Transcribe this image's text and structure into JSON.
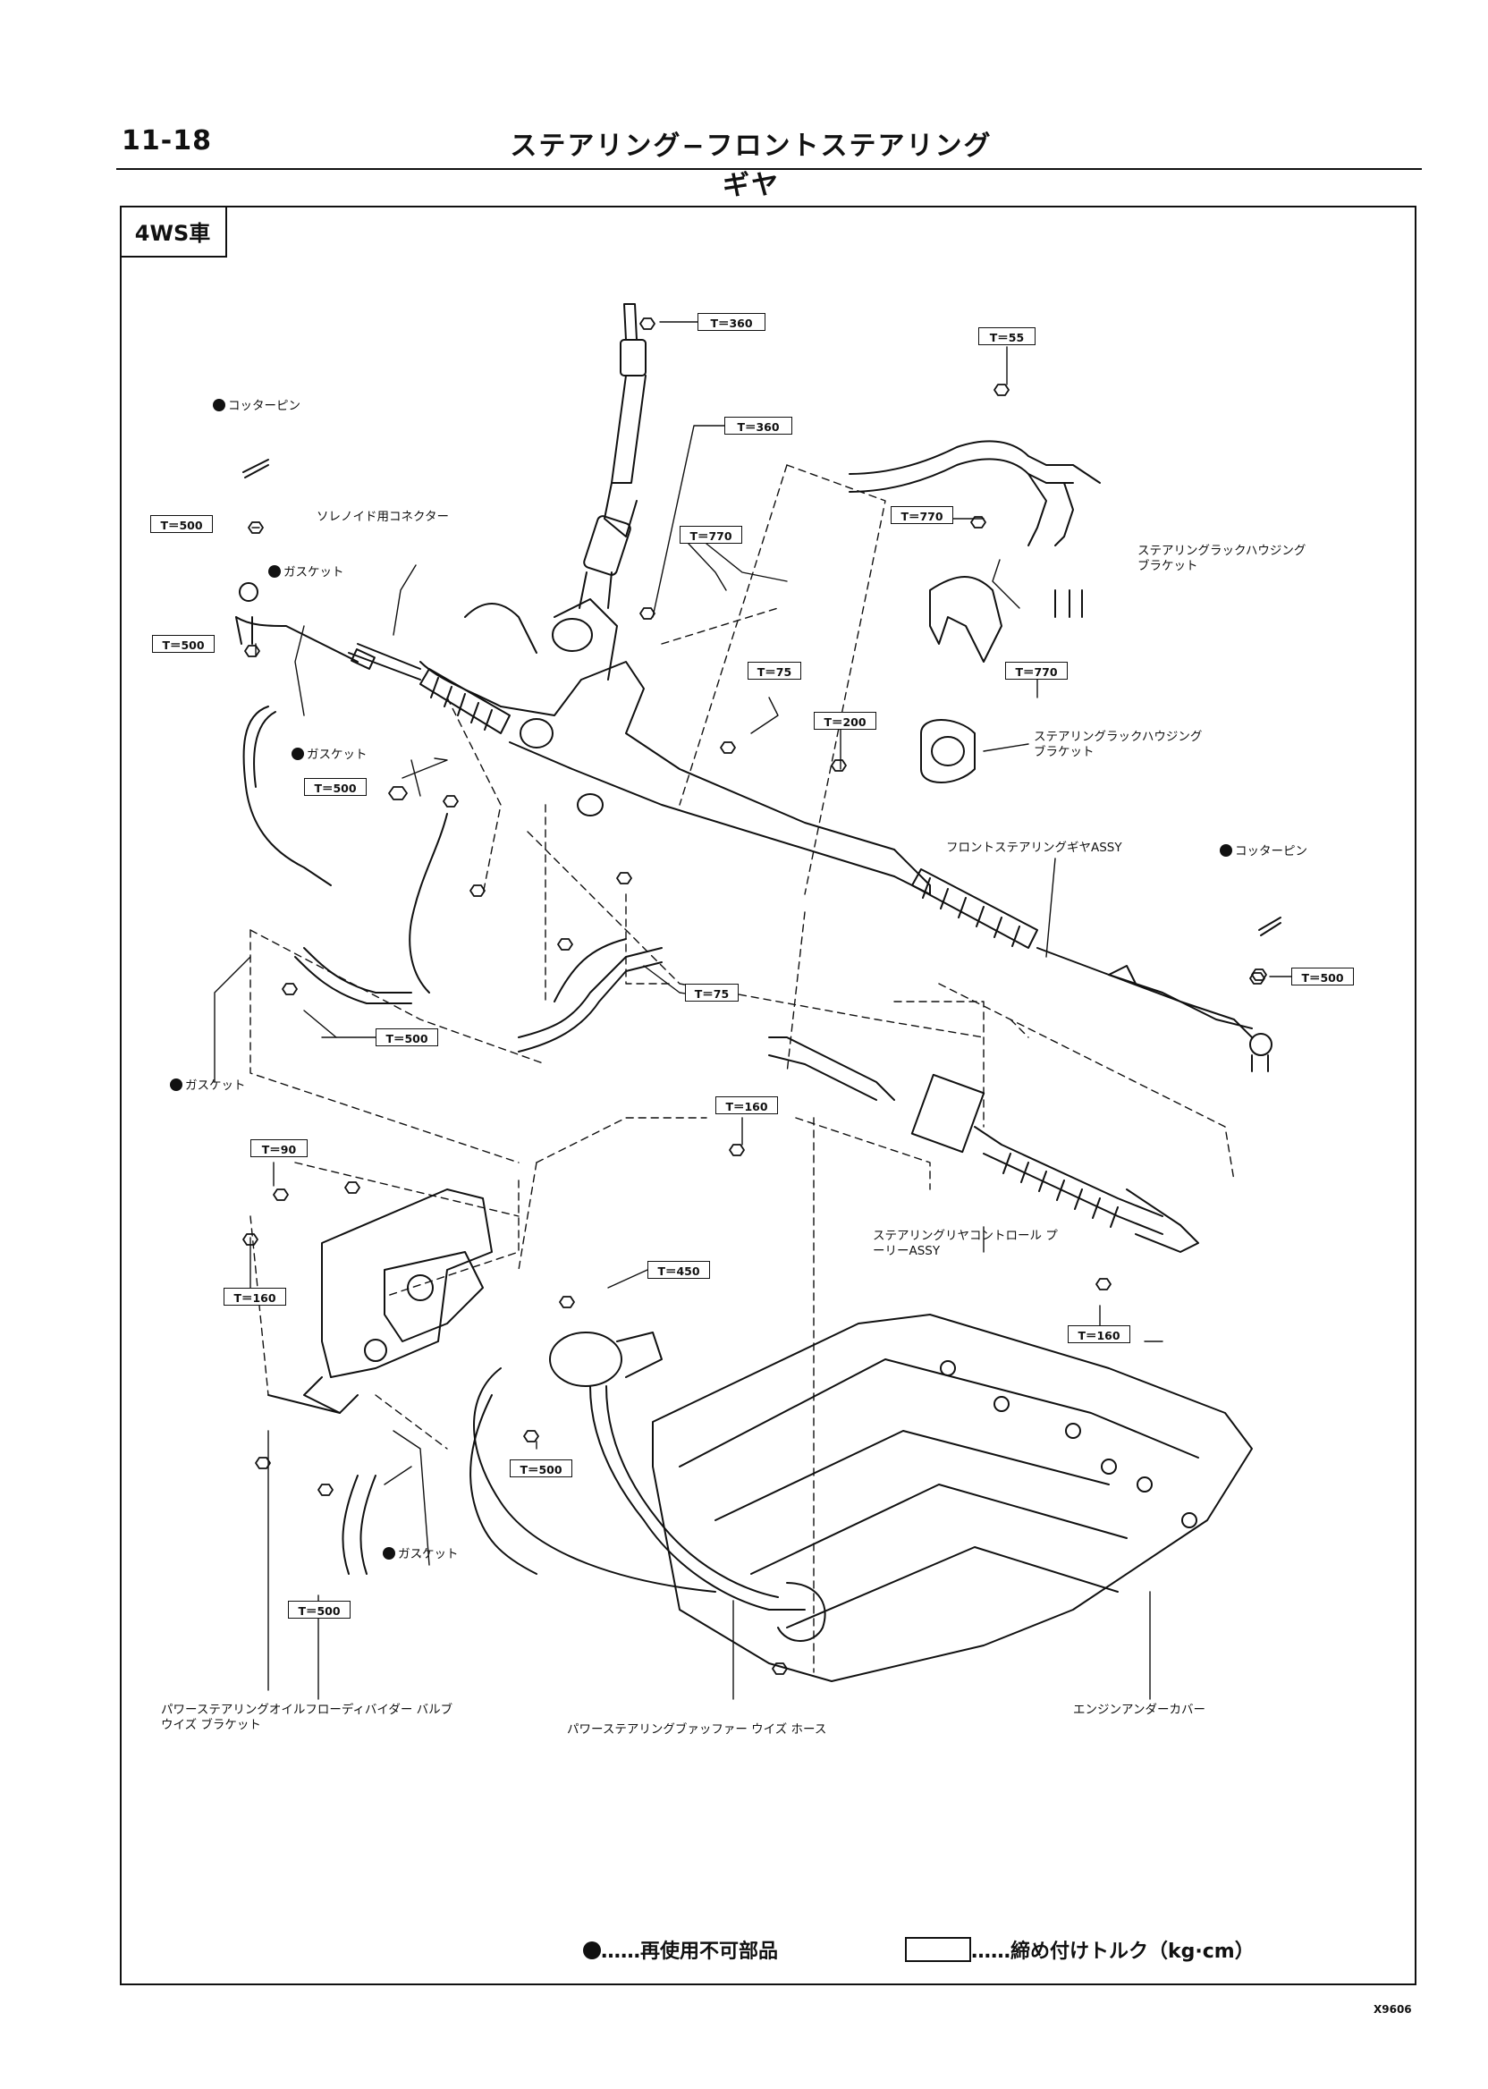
{
  "header": {
    "page_number": "11-18",
    "title": "ステアリング−フロントステアリングギヤ"
  },
  "variant_label": "4WS車",
  "parts": {
    "cotter_pin_left": "コッターピン",
    "solenoid_connector": "ソレノイド用コネクター",
    "gasket_upper": "ガスケット",
    "gasket_middle": "ガスケット",
    "gasket_lower_left": "ガスケット",
    "gasket_bottom": "ガスケット",
    "rack_housing_bracket_1": "ステアリングラックハウジング ブラケット",
    "rack_housing_bracket_2": "ステアリングラックハウジング ブラケット",
    "front_gear_assy": "フロントステアリングギヤASSY",
    "cotter_pin_right": "コッターピン",
    "rear_control_pulley": "ステアリングリヤコントロール プーリーASSY",
    "flow_divider_valve": "パワーステアリングオイルフローディバイダー バルブ ウイズ ブラケット",
    "buffer_hose": "パワーステアリングブァッファー ウイズ ホース",
    "engine_under_cover": "エンジンアンダーカバー"
  },
  "torques": {
    "t1": "T＝360",
    "t2": "T＝360",
    "t3": "T＝55",
    "t4": "T＝500",
    "t5": "T＝770",
    "t6": "T＝770",
    "t7": "T＝770",
    "t8": "T＝500",
    "t9": "T＝75",
    "t10": "T＝200",
    "t11": "T＝500",
    "t12": "T＝75",
    "t13": "T＝500",
    "t14": "T＝500",
    "t15": "T＝160",
    "t16": "T＝90",
    "t17": "T＝160",
    "t18": "T＝450",
    "t19": "T＝160",
    "t20": "T＝500",
    "t21": "T＝500"
  },
  "legend": {
    "non_reusable": "……再使用不可部品",
    "torque": "……締め付けトルク（kg·cm）"
  },
  "figure_code": "X9606"
}
